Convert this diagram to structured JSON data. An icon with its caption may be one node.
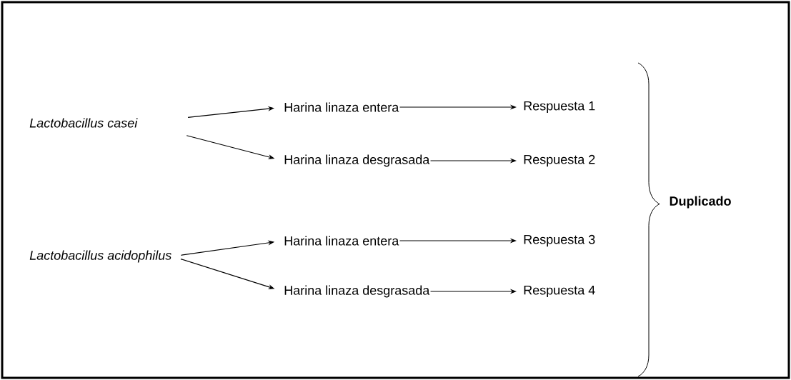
{
  "diagram": {
    "nodes": [
      {
        "text": [
          "Lactobacillus casei"
        ]
      },
      {
        "text": [
          "Harina linaza entera"
        ]
      },
      {
        "text": [
          "Harina linaza desgrasada"
        ]
      },
      {
        "text": [
          "Respuesta 1"
        ]
      },
      {
        "text": [
          "Respuesta 2"
        ]
      },
      {
        "text": [
          "Lactobacillus acidophilus"
        ]
      },
      {
        "text": [
          "Harina linaza entera"
        ]
      },
      {
        "text": [
          "Harina linaza desgrasada"
        ]
      },
      {
        "text": [
          "Respuesta 3"
        ]
      },
      {
        "text": [
          "Respuesta 4"
        ]
      }
    ],
    "edges": [
      {
        "from": 0,
        "to": 1,
        "arrow": "to"
      },
      {
        "from": 0,
        "to": 2,
        "arrow": "to"
      },
      {
        "from": 1,
        "to": 3,
        "arrow": "to"
      },
      {
        "from": 2,
        "to": 4,
        "arrow": "to"
      },
      {
        "from": 5,
        "to": 6,
        "arrow": "to"
      },
      {
        "from": 5,
        "to": 7,
        "arrow": "to"
      },
      {
        "from": 6,
        "to": 8,
        "arrow": "to"
      },
      {
        "from": 7,
        "to": 9,
        "arrow": "to"
      }
    ],
    "labels": [
      "Duplicado"
    ]
  }
}
